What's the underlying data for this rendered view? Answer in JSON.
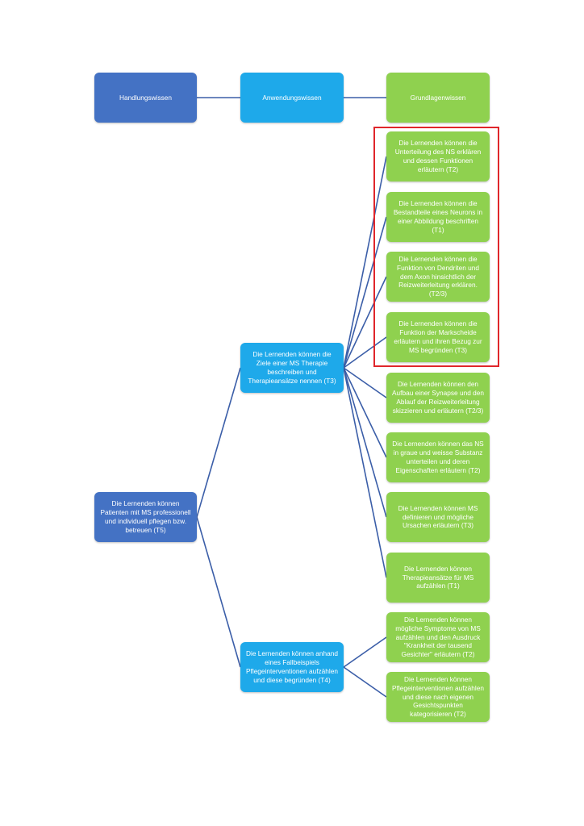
{
  "headers": {
    "col1": "Handlungswissen",
    "col2": "Anwendungswissen",
    "col3": "Grundlagenwissen"
  },
  "root": "Die Lernenden können\nPatienten mit MS professionell\nund individuell pflegen bzw.\nbetreuen (T5)",
  "mid": {
    "upper": "Die Lernenden können die\nZiele einer MS Therapie\nbeschreiben und\nTherapieansätze nennen (T3)",
    "lower": "Die Lernenden können anhand\neines Fallbeispiels\nPflegeinterventionen aufzählen\nund diese begründen (T4)"
  },
  "leaves": [
    "Die Lernenden können die\nUnterteilung des NS erklären\nund dessen Funktionen\nerläutern (T2)",
    "Die Lernenden können die\nBestandteile eines Neurons in\neiner Abbildung beschriften\n(T1)",
    "Die Lernenden können die\nFunktion von Dendriten und\ndem Axon hinsichtlich der\nReizweiterleitung erklären.\n(T2/3)",
    "Die Lernenden können die\nFunktion der Markscheide\nerläutern und ihren Bezug zur\nMS begründen (T3)",
    "Die Lernenden können den\nAufbau einer Synapse und den\nAblauf der Reizweiterleitung\nskizzieren und erläutern (T2/3)",
    "Die Lernenden können das NS\nin graue und weisse Substanz\nunterteilen und deren\nEigenschaften erläutern (T2)",
    "Die Lernenden können MS\ndefinieren und mögliche\nUrsachen erläutern (T3)",
    "Die Lernenden können\nTherapieansätze für MS\naufzählen (T1)",
    "Die Lernenden können\nmögliche Symptome von MS\naufzählen und den Ausdruck\n\"Krankheit der tausend\nGesichter\" erläutern (T2)",
    "Die Lernenden können\nPflegeinterventionen aufzählen\nund diese nach eigenen\nGesichtspunkten\nkategorisieren (T2)"
  ],
  "colors": {
    "handlung": "#4472c4",
    "anwendung": "#1ea9ea",
    "grundlagen": "#8fd14f",
    "connector": "#3b5ea8",
    "highlight": "#e0262b"
  }
}
